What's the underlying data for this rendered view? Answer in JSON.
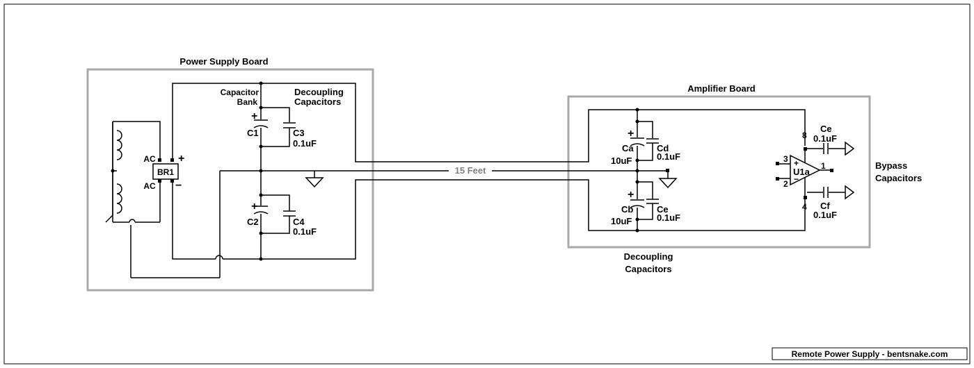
{
  "boards": {
    "power_supply": "Power Supply Board",
    "amplifier": "Amplifier Board"
  },
  "labels": {
    "capacitor_bank_line1": "Capacitor",
    "capacitor_bank_line2": "Bank",
    "decoupling_top_line1": "Decoupling",
    "decoupling_top_line2": "Capacitors",
    "decoupling_bottom_line1": "Decoupling",
    "decoupling_bottom_line2": "Capacitors",
    "bypass_line1": "Bypass",
    "bypass_line2": "Capacitors",
    "cable_length": "15 Feet",
    "footer": "Remote Power Supply - bentsnake.com"
  },
  "bridge": {
    "ref": "BR1",
    "ac_top": "AC",
    "ac_bottom": "AC",
    "plus": "+",
    "minus": "−"
  },
  "capacitors": {
    "c1": {
      "ref": "C1",
      "polarity": "+"
    },
    "c2": {
      "ref": "C2",
      "polarity": "+"
    },
    "c3": {
      "ref": "C3",
      "value": "0.1uF"
    },
    "c4": {
      "ref": "C4",
      "value": "0.1uF"
    },
    "ca": {
      "ref": "Ca",
      "value": "10uF",
      "polarity": "+"
    },
    "cb": {
      "ref": "Cb",
      "value": "10uF",
      "polarity": "+"
    },
    "cd": {
      "ref": "Cd",
      "value": "0.1uF"
    },
    "ce_dec": {
      "ref": "Ce",
      "value": "0.1uF"
    },
    "ce_bypass": {
      "ref": "Ce",
      "value": "0.1uF"
    },
    "cf_bypass": {
      "ref": "Cf",
      "value": "0.1uF"
    }
  },
  "opamp": {
    "ref": "U1a",
    "pin_plus_in": "3",
    "pin_minus_in": "2",
    "pin_out": "1",
    "pin_vplus": "8",
    "pin_vminus": "4",
    "sign_plus": "+",
    "sign_minus": "−"
  }
}
